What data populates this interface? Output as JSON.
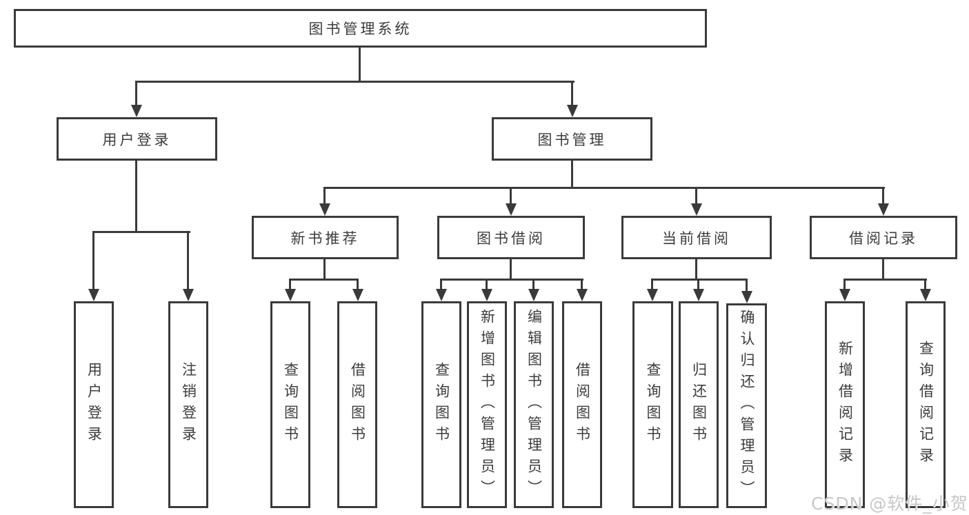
{
  "diagram": {
    "title": "图书管理系统",
    "branches": [
      {
        "label": "用户登录",
        "children": [
          {
            "label": "用户登录"
          },
          {
            "label": "注销登录"
          }
        ]
      },
      {
        "label": "图书管理",
        "children": [
          {
            "label": "新书推荐",
            "children": [
              {
                "label": "查询图书"
              },
              {
                "label": "借阅图书"
              }
            ]
          },
          {
            "label": "图书借阅",
            "children": [
              {
                "label": "查询图书"
              },
              {
                "label": "新增图书（管理员）"
              },
              {
                "label": "编辑图书（管理员）"
              },
              {
                "label": "借阅图书"
              }
            ]
          },
          {
            "label": "当前借阅",
            "children": [
              {
                "label": "查询图书"
              },
              {
                "label": "归还图书"
              },
              {
                "label": "确认归还（管理员）"
              }
            ]
          },
          {
            "label": "借阅记录",
            "children": [
              {
                "label": "新增借阅记录"
              },
              {
                "label": "查询借阅记录"
              }
            ]
          }
        ]
      }
    ]
  },
  "watermark": "CSDN @软件_小贺同学",
  "colors": {
    "line_color": "#3a3a3a",
    "text_color": "#3c3c3c",
    "watermark_color": "#c7c7c7"
  }
}
